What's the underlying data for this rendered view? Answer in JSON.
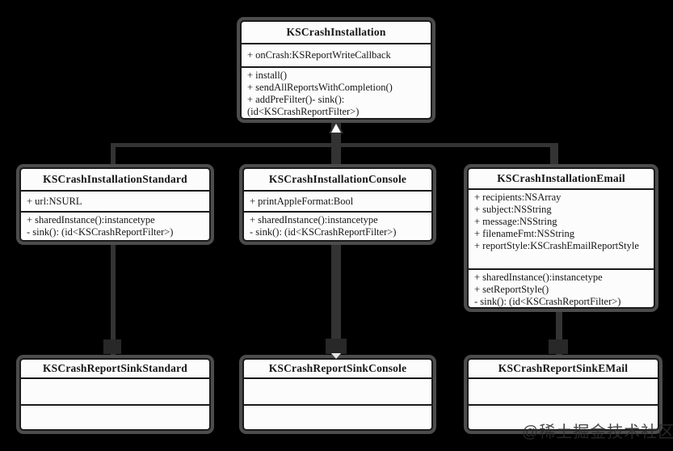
{
  "diagram": {
    "classes": [
      {
        "name": "installation",
        "title": "KSCrashInstallation",
        "attributes": [
          "+ onCrash:KSReportWriteCallback"
        ],
        "methods": [
          "+ install()",
          "+ sendAllReportsWithCompletion()",
          "+ addPreFilter()- sink(): (id<KSCrashReportFilter>)"
        ]
      },
      {
        "name": "installation-standard",
        "title": "KSCrashInstallationStandard",
        "attributes": [
          "+ url:NSURL"
        ],
        "methods": [
          "+ sharedInstance():instancetype",
          "- sink(): (id<KSCrashReportFilter>)"
        ]
      },
      {
        "name": "installation-console",
        "title": "KSCrashInstallationConsole",
        "attributes": [
          "+ printAppleFormat:Bool"
        ],
        "methods": [
          "+ sharedInstance():instancetype",
          "- sink(): (id<KSCrashReportFilter>)"
        ]
      },
      {
        "name": "installation-email",
        "title": "KSCrashInstallationEmail",
        "attributes": [
          "+ recipients:NSArray",
          "+ subject:NSString",
          "+ message:NSString",
          "+ filenameFmt:NSString",
          "+ reportStyle:KSCrashEmailReportStyle"
        ],
        "methods": [
          "+ sharedInstance():instancetype",
          "+ setReportStyle()",
          "- sink(): (id<KSCrashReportFilter>)"
        ]
      },
      {
        "name": "report-sink-standard",
        "title": "KSCrashReportSinkStandard",
        "attributes": [],
        "methods": []
      },
      {
        "name": "report-sink-console",
        "title": "KSCrashReportSinkConsole",
        "attributes": [],
        "methods": []
      },
      {
        "name": "report-sink-email",
        "title": "KSCrashReportSinkEMail",
        "attributes": [],
        "methods": []
      }
    ],
    "relations": [
      {
        "type": "generalization",
        "from": "KSCrashInstallationStandard",
        "to": "KSCrashInstallation"
      },
      {
        "type": "generalization",
        "from": "KSCrashInstallationConsole",
        "to": "KSCrashInstallation"
      },
      {
        "type": "generalization",
        "from": "KSCrashInstallationEmail",
        "to": "KSCrashInstallation"
      },
      {
        "type": "association",
        "from": "KSCrashInstallationStandard",
        "to": "KSCrashReportSinkStandard"
      },
      {
        "type": "association",
        "from": "KSCrashInstallationConsole",
        "to": "KSCrashReportSinkConsole"
      },
      {
        "type": "association",
        "from": "KSCrashInstallationEmail",
        "to": "KSCrashReportSinkEMail"
      }
    ],
    "watermark": "@稀土掘金技术社区",
    "colors": {
      "background": "#000000",
      "box_fill": "#fcfcfc",
      "box_border": "#1a1a1a",
      "box_halo": "#4c4c4c",
      "connector": "#333333",
      "text": "#161616",
      "watermark": "#2b2b2b"
    }
  }
}
